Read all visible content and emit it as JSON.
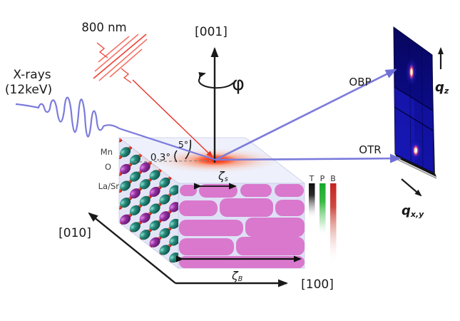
{
  "labels": {
    "laser_wavelength": "800 nm",
    "xray_source_line1": "X-rays",
    "xray_source_line2": "(12keV)",
    "axis_001": "[001]",
    "axis_010": "[010]",
    "axis_100": "[100]",
    "phi": "φ",
    "laser_angle": "5°",
    "xray_angle": "0.3°",
    "obp": "OBP",
    "otr": "OTR",
    "q_base": "q",
    "qz_sub": "z",
    "qxy_sub": "x,y",
    "zeta": "ζ",
    "zeta_s_sub": "s",
    "zeta_b_sub": "B",
    "colorbar": {
      "t": "T",
      "p": "P",
      "b": "B"
    },
    "atoms": {
      "mn": "Mn",
      "o": "O",
      "lasr": "La/Sr"
    }
  },
  "colors": {
    "laser_red": "#e73127",
    "xray_blue": "#7b7bdc",
    "axis_black": "#1a1a1a",
    "lattice_face": "#e3e5f6",
    "front_face": "#dee1f6",
    "top_face": "#eef0fb",
    "domain_pink": "#d978cd",
    "atom_teal": "#177567",
    "atom_purple": "#8d2d9b",
    "atom_oxygen": "#e8271b",
    "detector_navy": "#0c0c86",
    "glow_red": "#ff3300",
    "bar_top": "#141414",
    "bar_photo": "#2cb23c",
    "bar_bragg": "#cd2822"
  },
  "lattice_pattern": [
    "TTPTTT",
    "PTTPTP",
    "TPTTPT",
    "TTPTTT",
    "PTTPTT"
  ],
  "domains": [
    [
      252,
      259,
      24,
      16
    ],
    [
      279,
      258,
      54,
      19
    ],
    [
      337,
      258,
      44,
      18
    ],
    [
      385,
      258,
      41,
      18
    ],
    [
      251,
      281,
      54,
      22
    ],
    [
      308,
      278,
      75,
      26
    ],
    [
      386,
      280,
      41,
      23
    ],
    [
      251,
      308,
      90,
      23
    ],
    [
      344,
      305,
      83,
      27
    ],
    [
      251,
      334,
      77,
      24
    ],
    [
      331,
      332,
      96,
      26
    ],
    [
      251,
      359,
      176,
      17
    ]
  ]
}
